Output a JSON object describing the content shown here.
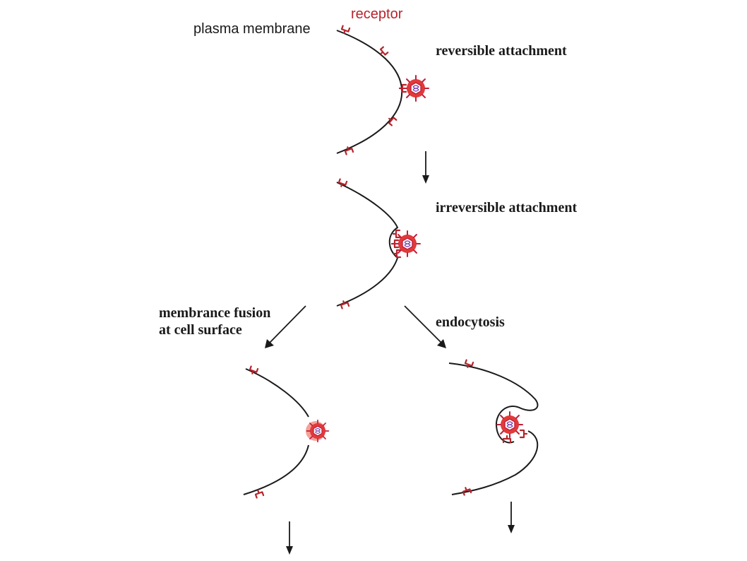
{
  "labels": {
    "plasma_membrane": "plasma membrane",
    "receptor": "receptor",
    "reversible": "reversible attachment",
    "irreversible": "irreversible attachment",
    "fusion_line1": "membrance fusion",
    "fusion_line2": "at cell surface",
    "endocytosis": "endocytosis"
  },
  "colors": {
    "receptor": "#b5242c",
    "virus": "#e23a3a",
    "genome": "#7a3fb0",
    "membrane": "#1a1a1a"
  },
  "icons": [
    "virus-particle-icon",
    "receptor-icon",
    "arrow-down-icon"
  ]
}
